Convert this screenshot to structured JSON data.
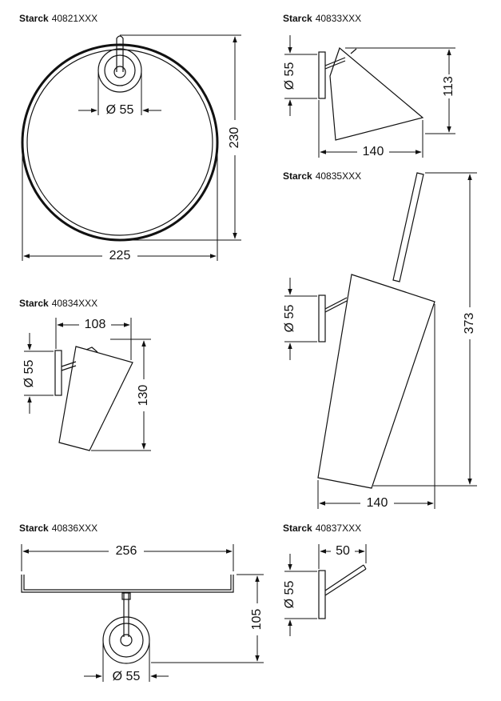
{
  "products": [
    {
      "brand": "Starck",
      "code": "40821XXX",
      "dims": {
        "diameter": "Ø 55",
        "height": "230",
        "width": "225"
      }
    },
    {
      "brand": "Starck",
      "code": "40833XXX",
      "dims": {
        "diameter": "Ø 55",
        "height": "113",
        "depth": "140"
      }
    },
    {
      "brand": "Starck",
      "code": "40835XXX",
      "dims": {
        "diameter": "Ø 55",
        "height": "373",
        "depth": "140"
      }
    },
    {
      "brand": "Starck",
      "code": "40834XXX",
      "dims": {
        "depth": "108",
        "diameter": "Ø 55",
        "height": "130"
      }
    },
    {
      "brand": "Starck",
      "code": "40836XXX",
      "dims": {
        "width": "256",
        "height": "105",
        "diameter": "Ø 55"
      }
    },
    {
      "brand": "Starck",
      "code": "40837XXX",
      "dims": {
        "depth": "50",
        "diameter": "Ø 55"
      }
    }
  ]
}
